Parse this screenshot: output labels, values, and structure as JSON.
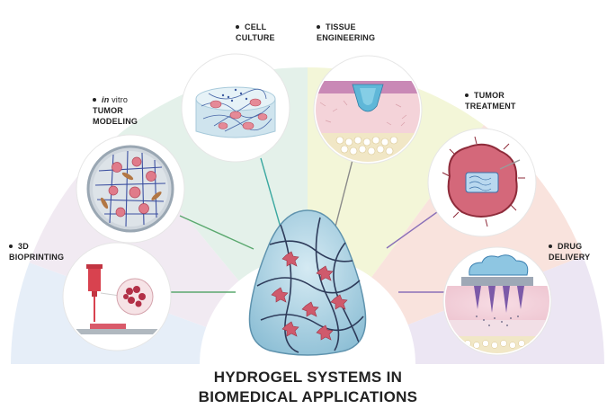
{
  "labels": {
    "cell_culture": [
      "CELL",
      "CULTURE"
    ],
    "tissue_engineering": [
      "TISSUE",
      "ENGINEERING"
    ],
    "tumor_modeling": {
      "italic": "in",
      "rest": " vitro",
      "line2": "TUMOR",
      "line3": "MODELING"
    },
    "tumor_treatment": [
      "TUMOR",
      "TREATMENT"
    ],
    "bioprinting": [
      "3D",
      "BIOPRINTING"
    ],
    "drug_delivery": [
      "DRUG",
      "DELIVERY"
    ]
  },
  "title": {
    "line1": "HYDROGEL SYSTEMS IN",
    "line2": "BIOMEDICAL APPLICATIONS"
  },
  "colors": {
    "bioprinting": "#e6eef8",
    "tumor_modeling": "#f1eaf2",
    "cell_culture": "#e4f1ea",
    "tissue_engineering": "#f3f6d8",
    "tumor_treatment": "#f9e3dd",
    "drug_delivery": "#ece6f3",
    "hydrogel": "#a9cfe0",
    "network": "#2e3b5a",
    "cell": "#cf5a6c"
  }
}
